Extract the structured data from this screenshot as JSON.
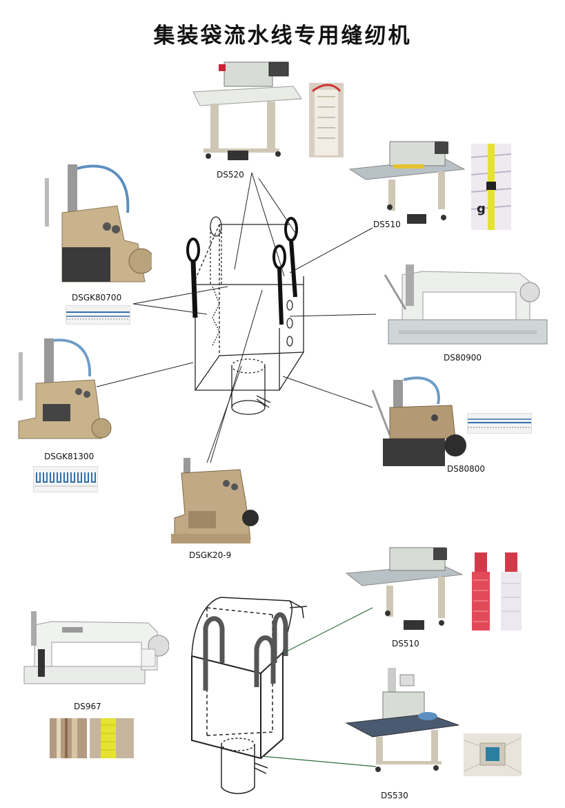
{
  "title": "集装袋流水线专用缝纫机",
  "machines": {
    "ds520": "DS520",
    "ds510_top": "DS510",
    "dsgk80700": "DSGK80700",
    "ds80900": "DS80900",
    "dsgk81300": "DSGK81300",
    "ds80800": "DS80800",
    "dsgk20_9": "DSGK20-9",
    "ds510_bottom": "DS510",
    "ds967": "DS967",
    "ds530": "DS530"
  },
  "colors": {
    "machine_white": "#e9ece6",
    "machine_beige": "#c9b38c",
    "machine_tan": "#a88f6a",
    "line_black": "#222222",
    "line_green": "#2e6b3a",
    "strap_dark": "#4a4a4a",
    "swatch_red": "#d23a4a",
    "swatch_yellow": "#e6e234",
    "thread_blue": "#2f6fb0"
  }
}
